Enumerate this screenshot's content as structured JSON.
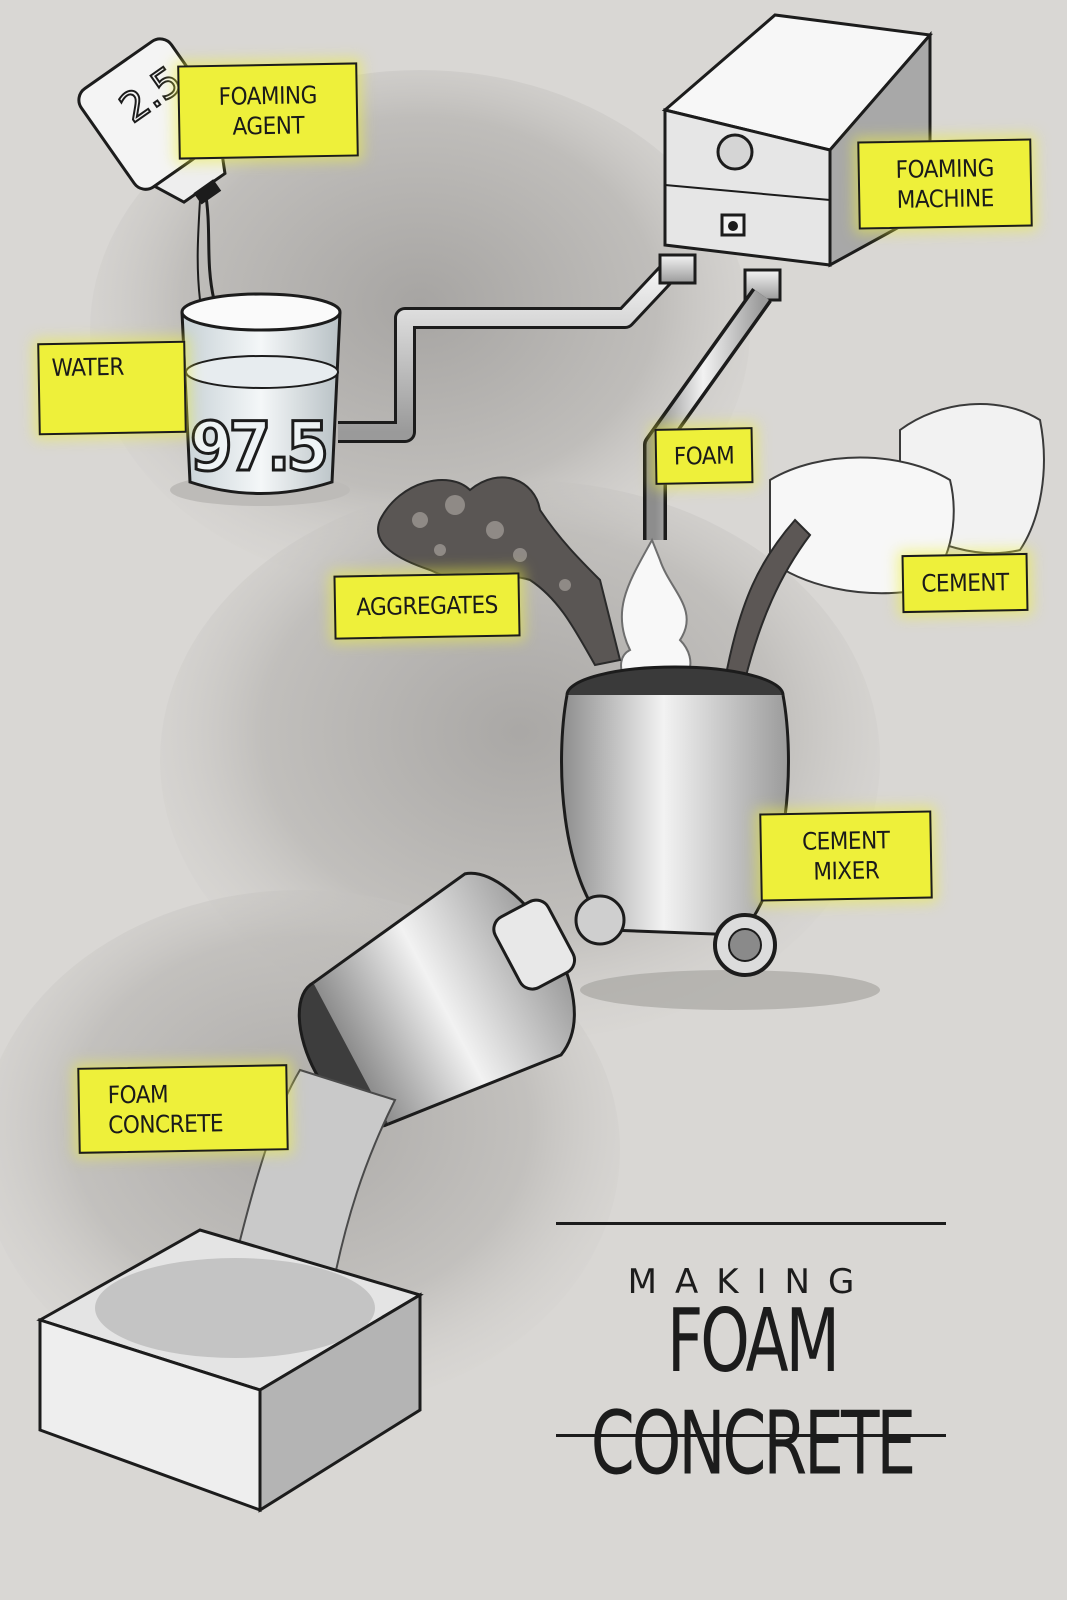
{
  "labels": {
    "foaming_agent": [
      "FOAMING",
      "AGENT"
    ],
    "water": [
      "WATER"
    ],
    "foaming_machine": [
      "FOAMING",
      "MACHINE"
    ],
    "foam": [
      "FOAM"
    ],
    "cement": [
      "CEMENT"
    ],
    "aggregates": [
      "AGGREGATES"
    ],
    "cement_mixer": [
      "CEMENT",
      "MIXER"
    ],
    "foam_concrete": [
      "FOAM",
      "CONCRETE"
    ]
  },
  "values": {
    "foaming_agent_ratio": "2.5",
    "water_ratio": "97.5"
  },
  "title": {
    "small": "MAKING",
    "big": "FOAM CONCRETE"
  },
  "colors": {
    "label_fill": "#eef03a",
    "ink": "#1c1c1c",
    "paper": "#d9d7d4"
  }
}
